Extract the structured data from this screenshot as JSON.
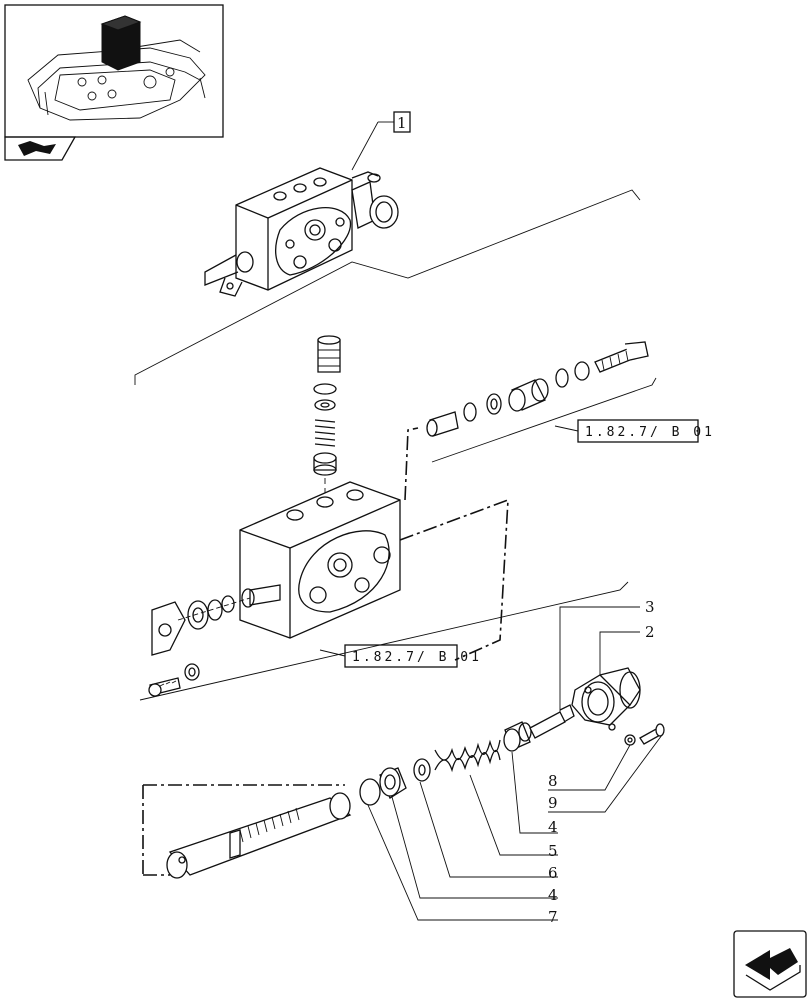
{
  "diagram": {
    "assembly_label": "1",
    "ref_labels": {
      "upper": "1.82.7/ B 01",
      "lower": "1.82.7/ B 01"
    },
    "callouts": {
      "c3": "3",
      "c2": "2",
      "c8": "8",
      "c9": "9",
      "c4a": "4",
      "c5": "5",
      "c6": "6",
      "c4b": "4",
      "c7": "7"
    },
    "icons": {
      "thumbnail": "tractor-lift-cover-thumbnail",
      "book": "book-icon",
      "nav": "next-page-arrow-icon"
    }
  }
}
